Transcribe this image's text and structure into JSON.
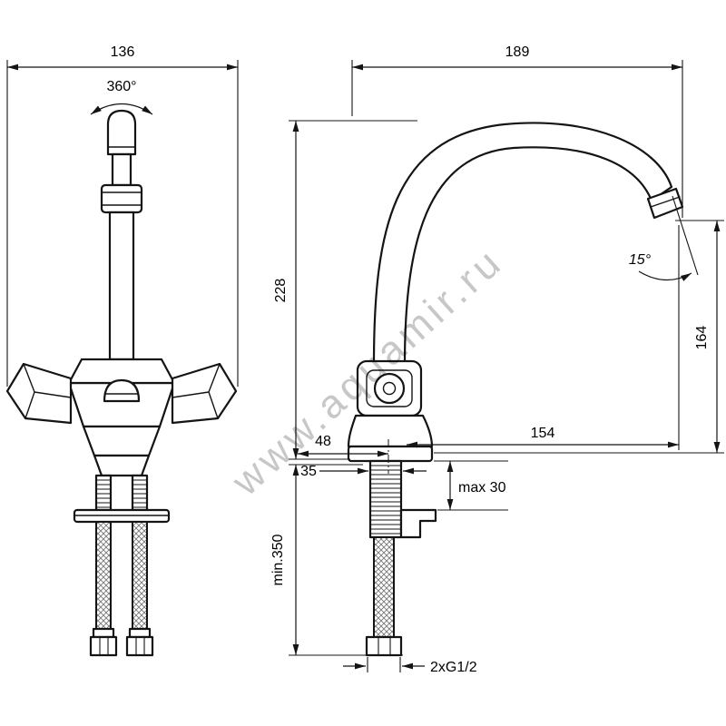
{
  "watermark": "www.aquamir.ru",
  "front_view": {
    "width": "136",
    "swivel_angle": "360°"
  },
  "side_view": {
    "total_reach": "189",
    "body_height": "228",
    "spout_outlet_height": "164",
    "outlet_angle": "15°",
    "spout_reach": "154",
    "base_offset": "48",
    "mount_hole": "35",
    "max_counter_thickness": "max 30",
    "min_hose_length": "min.350",
    "connection_thread": "2xG1/2"
  }
}
